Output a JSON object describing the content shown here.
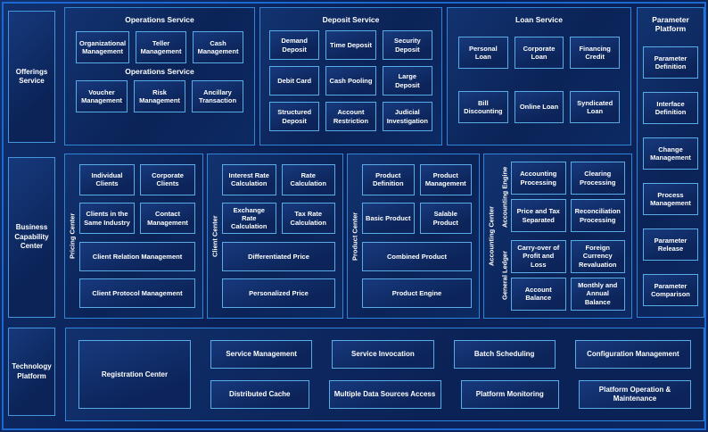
{
  "colors": {
    "background": "#0a2157",
    "frame_border": "#1a68d0",
    "panel_border": "#2f86d8",
    "box_border": "#5aace6",
    "text": "#ffffff"
  },
  "left": {
    "offerings": "Offerings Service",
    "business": "Business Capability Center",
    "technology": "Technology Platform"
  },
  "top": {
    "operations": {
      "title": "Operations Service",
      "subtitle": "Operations Service",
      "boxes": [
        "Organizational Management",
        "Teller Management",
        "Cash Management",
        "Voucher Management",
        "Risk Management",
        "Ancillary Transaction"
      ]
    },
    "deposit": {
      "title": "Deposit Service",
      "boxes": [
        "Demand Deposit",
        "Time Deposit",
        "Security Deposit",
        "Debit Card",
        "Cash Pooling",
        "Large Deposit",
        "Structured Deposit",
        "Account Restriction",
        "Judicial Investigation"
      ]
    },
    "loan": {
      "title": "Loan Service",
      "boxes": [
        "Personal Loan",
        "Corporate Loan",
        "Financing Credit",
        "Bill Discounting",
        "Online Loan",
        "Syndicated Loan"
      ]
    }
  },
  "right": {
    "title": "Parameter Platform",
    "boxes": [
      "Parameter Definition",
      "Interface Definition",
      "Change Management",
      "Process Management",
      "Parameter Release",
      "Parameter Comparison"
    ]
  },
  "middle": {
    "pricing": {
      "label": "Pricing Center",
      "boxes": [
        "Individual Clients",
        "Corporate Clients",
        "Clients in the Same Industry",
        "Contact Management"
      ],
      "wide": [
        "Client Relation Management",
        "Client Protocol Management"
      ]
    },
    "client": {
      "label": "Client Center",
      "boxes": [
        "Interest Rate Calculation",
        "Rate Calculation",
        "Exchange Rate Calculation",
        "Tax Rate Calculation"
      ],
      "wide": [
        "Differentiated Price",
        "Personalized Price"
      ]
    },
    "product": {
      "label": "Product Center",
      "boxes": [
        "Product Definition",
        "Product Management",
        "Basic Product",
        "Salable Product"
      ],
      "wide": [
        "Combined Product",
        "Product Engine"
      ]
    },
    "accounting": {
      "label": "Accounting Center",
      "engine": {
        "label": "Accounting Engine",
        "boxes": [
          "Accounting Processing",
          "Clearing Processing",
          "Price and Tax Separated",
          "Reconciliation Processing"
        ]
      },
      "ledger": {
        "label": "General Ledger",
        "boxes": [
          "Carry-over of Profit and Loss",
          "Foreign Currency Revaluation",
          "Account Balance",
          "Monthly and Annual Balance"
        ]
      }
    }
  },
  "bottom": {
    "registration": "Registration Center",
    "row1": [
      "Service Management",
      "Service Invocation",
      "Batch Scheduling",
      "Configuration Management"
    ],
    "row2": [
      "Distributed Cache",
      "Multiple Data Sources Access",
      "Platform Monitoring",
      "Platform Operation & Maintenance"
    ]
  }
}
